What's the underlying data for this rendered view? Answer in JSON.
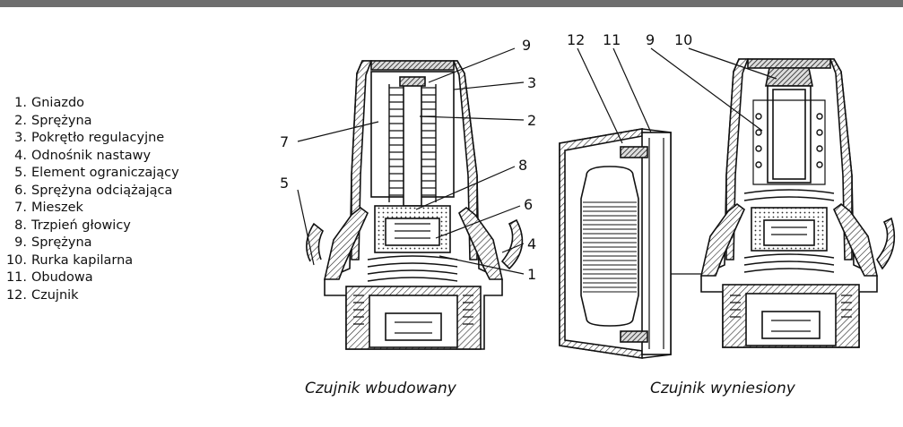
{
  "legend": [
    {
      "num": "1.",
      "label": "Gniazdo"
    },
    {
      "num": "2.",
      "label": "Sprężyna"
    },
    {
      "num": "3.",
      "label": "Pokrętło regulacyjne"
    },
    {
      "num": "4.",
      "label": "Odnośnik nastawy"
    },
    {
      "num": "5.",
      "label": "Element ograniczający"
    },
    {
      "num": "6.",
      "label": "Sprężyna odciążająca"
    },
    {
      "num": "7.",
      "label": "Mieszek"
    },
    {
      "num": "8.",
      "label": "Trzpień głowicy"
    },
    {
      "num": "9.",
      "label": "Sprężyna"
    },
    {
      "num": "10.",
      "label": "Rurka kapilarna"
    },
    {
      "num": "11.",
      "label": "Obudowa"
    },
    {
      "num": "12.",
      "label": "Czujnik"
    }
  ],
  "captions": {
    "left": "Czujnik wbudowany",
    "right": "Czujnik wyniesiony"
  },
  "callouts": {
    "left": [
      "9",
      "3",
      "2",
      "7",
      "8",
      "5",
      "6",
      "4",
      "1"
    ],
    "right": [
      "12",
      "11",
      "9",
      "10"
    ]
  }
}
